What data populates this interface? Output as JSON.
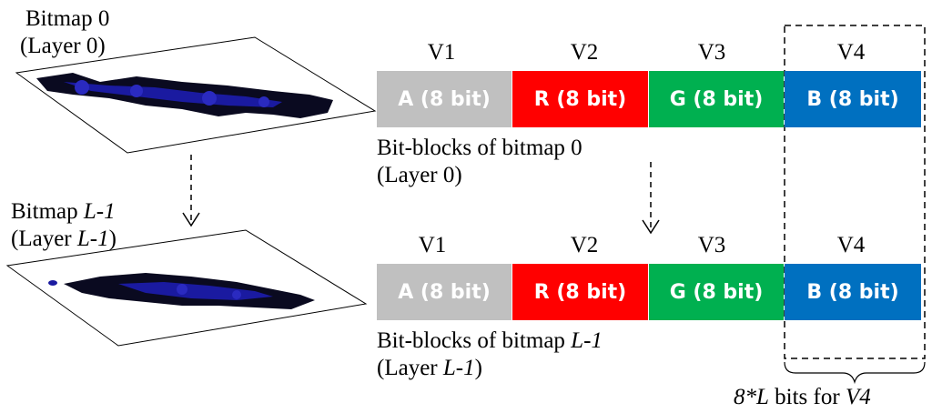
{
  "left": {
    "bitmap0_title": "Bitmap 0",
    "bitmap0_layer": "(Layer 0)",
    "bitmapL_title_prefix": "Bitmap ",
    "bitmapL_title_var": "L-1",
    "bitmapL_layer_prefix": "(Layer ",
    "bitmapL_layer_var": "L-1",
    "bitmapL_layer_suffix": ")"
  },
  "rows": [
    {
      "v_labels": [
        "V1",
        "V2",
        "V3",
        "V4"
      ],
      "blocks": [
        {
          "label": "A (8 bit)",
          "color": "#c0c0c0"
        },
        {
          "label": "R (8 bit)",
          "color": "#ff0000"
        },
        {
          "label": "G (8 bit)",
          "color": "#00b050"
        },
        {
          "label": "B (8 bit)",
          "color": "#0070c0"
        }
      ],
      "caption_line1": "Bit-blocks of bitmap 0",
      "caption_line2": "(Layer 0)"
    },
    {
      "v_labels": [
        "V1",
        "V2",
        "V3",
        "V4"
      ],
      "blocks": [
        {
          "label": "A (8 bit)",
          "color": "#c0c0c0"
        },
        {
          "label": "R (8 bit)",
          "color": "#ff0000"
        },
        {
          "label": "G (8 bit)",
          "color": "#00b050"
        },
        {
          "label": "B (8 bit)",
          "color": "#0070c0"
        }
      ],
      "caption_prefix": "Bit-blocks of bitmap ",
      "caption_var": "L-1",
      "caption2_prefix": "(Layer ",
      "caption2_var": "L-1",
      "caption2_suffix": ")"
    }
  ],
  "brace_label_var1": "8*L",
  "brace_label_mid": " bits for ",
  "brace_label_var2": "V4",
  "colors": {
    "blob_dark": "#0a0a20",
    "blob_blue": "#1a1aa0"
  }
}
